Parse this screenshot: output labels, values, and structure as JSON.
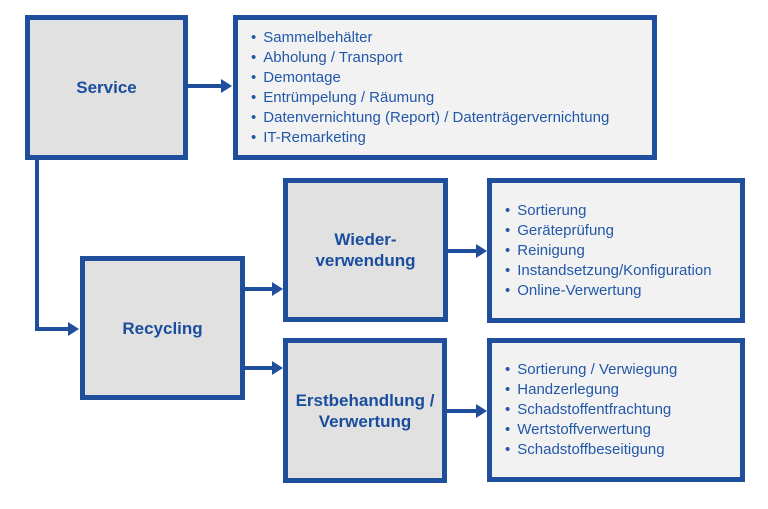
{
  "bullet": "•",
  "colors": {
    "border_blue": "#1f4e9c",
    "label_text_blue": "#1a4d9e",
    "list_text_blue": "#2258a8",
    "label_box_fill": "#e1e1e1",
    "list_box_fill": "#f2f2f2",
    "background": "#ffffff"
  },
  "nodes": {
    "service": {
      "label": "Service"
    },
    "recycling": {
      "label": "Recycling"
    },
    "wiederverwendung": {
      "line1": "Wieder-",
      "line2": "verwendung"
    },
    "erstbehandlung": {
      "line1": "Erstbehandlung /",
      "line2": "Verwertung"
    }
  },
  "lists": {
    "service": {
      "items": [
        "Sammelbehälter",
        "Abholung / Transport",
        "Demontage",
        "Entrümpelung / Räumung",
        "Datenvernichtung (Report) / Datenträgervernichtung",
        "IT-Remarketing"
      ]
    },
    "wiederverwendung": {
      "items": [
        "Sortierung",
        "Geräteprüfung",
        "Reinigung",
        "Instandsetzung/Konfiguration",
        "Online-Verwertung"
      ]
    },
    "erstbehandlung": {
      "items": [
        "Sortierung / Verwiegung",
        "Handzerlegung",
        "Schadstoffentfrachtung",
        "Wertstoffverwertung",
        "Schadstoffbeseitigung"
      ]
    }
  }
}
